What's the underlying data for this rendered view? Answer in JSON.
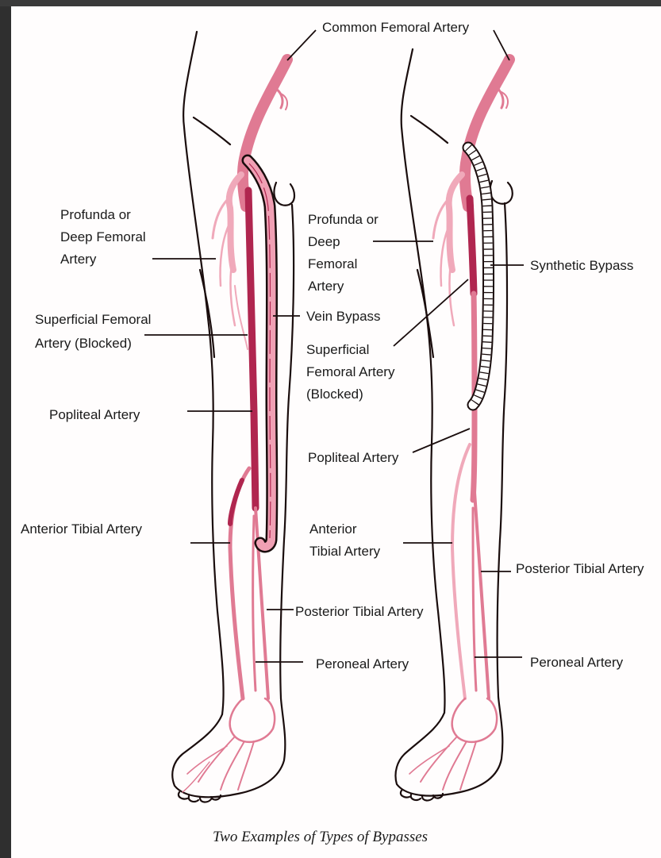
{
  "colors": {
    "artery_light": "#e07a93",
    "artery_dark": "#b0264f",
    "artery_faint": "#f0a9ba",
    "outline": "#1a0d0d",
    "background": "#fffdfd"
  },
  "diagram": {
    "caption": "Two Examples of Types of Bypasses",
    "top_label": "Common Femoral Artery",
    "left_leg": {
      "profunda": [
        "Profunda or",
        "Deep Femoral",
        "Artery"
      ],
      "superficial": [
        "Superficial Femoral",
        "Artery (Blocked)"
      ],
      "popliteal": "Popliteal Artery",
      "anterior_tibial": "Anterior Tibial Artery",
      "vein_bypass": "Vein Bypass",
      "posterior_tibial": "Posterior Tibial Artery",
      "peroneal": "Peroneal Artery"
    },
    "right_leg": {
      "profunda": [
        "Profunda or",
        "Deep",
        "Femoral",
        "Artery"
      ],
      "superficial": [
        "Superficial",
        "Femoral Artery",
        "(Blocked)"
      ],
      "popliteal": "Popliteal Artery",
      "anterior_tibial": [
        "Anterior",
        "Tibial Artery"
      ],
      "synthetic_bypass": "Synthetic Bypass",
      "posterior_tibial": "Posterior Tibial Artery",
      "peroneal": "Peroneal Artery"
    }
  }
}
